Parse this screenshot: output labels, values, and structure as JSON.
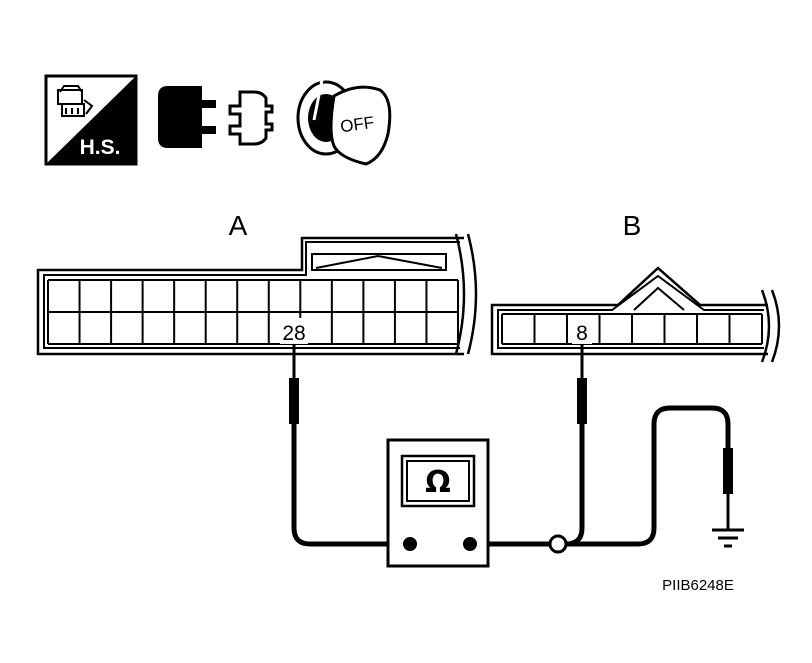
{
  "icons": {
    "hs_label": "H.S.",
    "key_label": "OFF",
    "items": [
      "harness-sensor-icon",
      "connector-disconnect-icon",
      "ignition-key-off-icon"
    ]
  },
  "connectors": {
    "a_label": "A",
    "b_label": "B",
    "a_terminal": "28",
    "b_terminal": "8"
  },
  "meter": {
    "symbol": "Ω"
  },
  "reference_code": "PIIB6248E"
}
